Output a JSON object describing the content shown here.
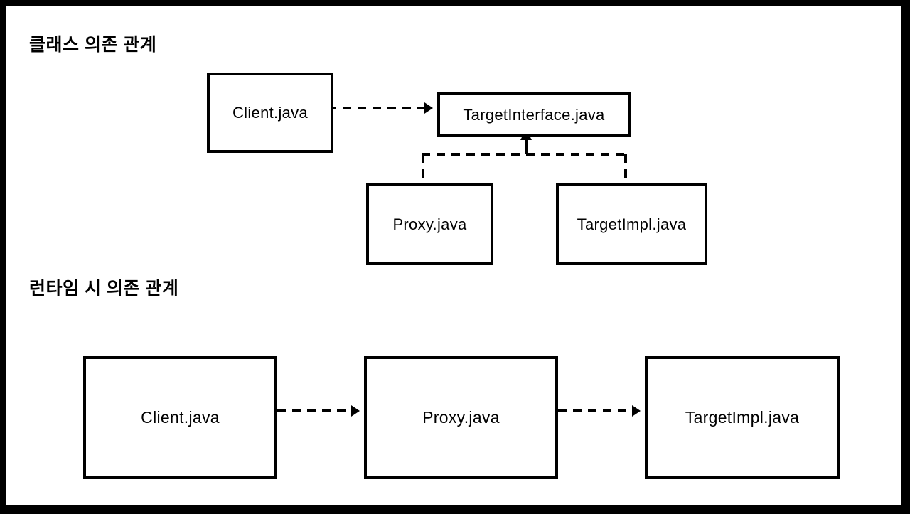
{
  "diagram": {
    "sections": [
      {
        "id": "class-dependency",
        "title": "클래스 의존 관계",
        "nodes": [
          {
            "id": "client",
            "label": "Client.java"
          },
          {
            "id": "target-interface",
            "label": "TargetInterface.java"
          },
          {
            "id": "proxy",
            "label": "Proxy.java"
          },
          {
            "id": "target-impl",
            "label": "TargetImpl.java"
          }
        ],
        "edges": [
          {
            "from": "client",
            "to": "target-interface",
            "style": "dashed",
            "arrow": "open",
            "kind": "dependency"
          },
          {
            "from": "proxy",
            "to": "target-interface",
            "style": "dashed",
            "arrow": "closed",
            "kind": "realization"
          },
          {
            "from": "target-impl",
            "to": "target-interface",
            "style": "dashed",
            "arrow": "closed",
            "kind": "realization"
          }
        ]
      },
      {
        "id": "runtime-dependency",
        "title": "런타임 시 의존 관계",
        "nodes": [
          {
            "id": "rt-client",
            "label": "Client.java"
          },
          {
            "id": "rt-proxy",
            "label": "Proxy.java"
          },
          {
            "id": "rt-impl",
            "label": "TargetImpl.java"
          }
        ],
        "edges": [
          {
            "from": "rt-client",
            "to": "rt-proxy",
            "style": "dashed",
            "arrow": "open",
            "kind": "dependency"
          },
          {
            "from": "rt-proxy",
            "to": "rt-impl",
            "style": "dashed",
            "arrow": "open",
            "kind": "dependency"
          }
        ]
      }
    ],
    "colors": {
      "frame": "#000000",
      "background": "#ffffff",
      "stroke": "#000000",
      "text": "#000000"
    }
  }
}
